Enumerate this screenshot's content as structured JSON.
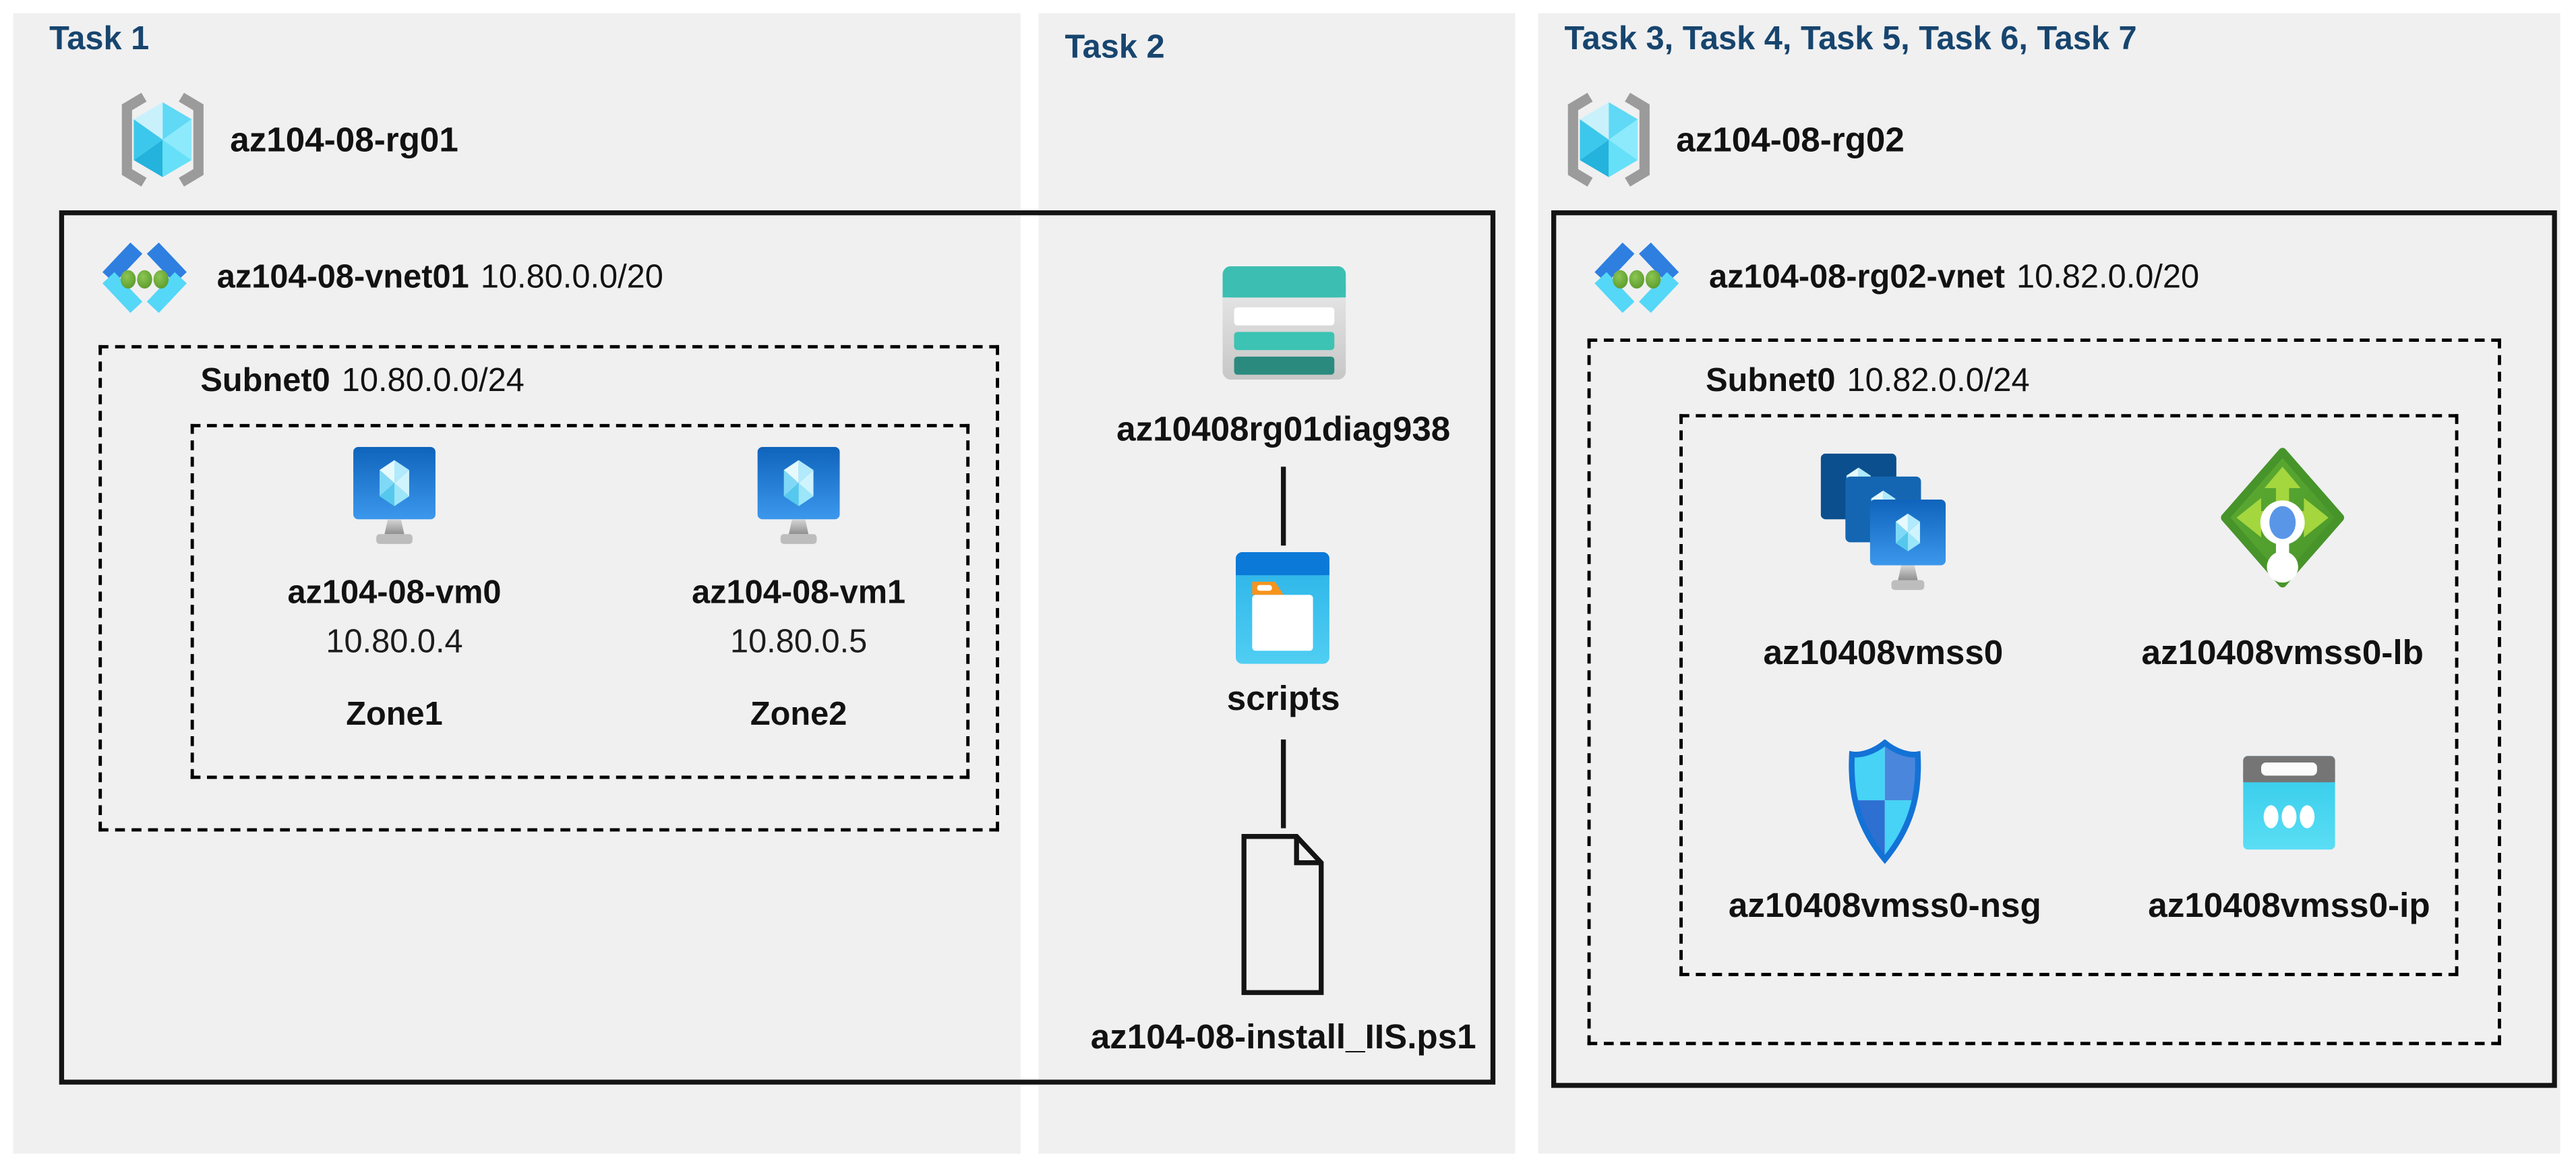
{
  "titles": {
    "task1": "Task 1",
    "task2": "Task 2",
    "task3": "Task 3, Task 4, Task 5, Task 6, Task 7"
  },
  "task1": {
    "resource_group": "az104-08-rg01",
    "vnet_name": "az104-08-vnet01",
    "vnet_cidr": "10.80.0.0/20",
    "subnet_name": "Subnet0",
    "subnet_cidr": "10.80.0.0/24",
    "vms": [
      {
        "name": "az104-08-vm0",
        "ip": "10.80.0.4",
        "zone": "Zone1"
      },
      {
        "name": "az104-08-vm1",
        "ip": "10.80.0.5",
        "zone": "Zone2"
      }
    ]
  },
  "task2": {
    "storage_account": "az10408rg01diag938",
    "container": "scripts",
    "script_file": "az104-08-install_IIS.ps1"
  },
  "task3": {
    "resource_group": "az104-08-rg02",
    "vnet_name": "az104-08-rg02-vnet",
    "vnet_cidr": "10.82.0.0/20",
    "subnet_name": "Subnet0",
    "subnet_cidr": "10.82.0.0/24",
    "vmss": "az10408vmss0",
    "load_balancer": "az10408vmss0-lb",
    "nsg": "az10408vmss0-nsg",
    "public_ip": "az10408vmss0-ip"
  },
  "colors": {
    "title_navy": "#17456e",
    "panel_bg": "#f0f0f1",
    "line_black": "#141414",
    "storage_teal": "#3cbfb2",
    "storage_teal_dark": "#2b8a7e",
    "scripts_blue": "#0b79d8",
    "scripts_cyan": "#29b2e7",
    "folder_orange": "#f5941e",
    "vm_blue_top": "#1063be",
    "vm_blue_bottom": "#3c98ec",
    "vnet_blue": "#2e7fe0",
    "vnet_cyan": "#55d7f7",
    "vnet_dot_green": "#5f9e2d",
    "lb_green": "#55a42c",
    "lb_arrow_green": "#a4d63e",
    "lb_dot_blue": "#5a96e8",
    "nsg_border_blue": "#1372d6",
    "nsg_cyan": "#46d3f6",
    "nsg_blue": "#4a86dc",
    "ip_cyan": "#35cdec",
    "ip_gray": "#757575",
    "rg_bracket_gray": "#9b9b9b"
  }
}
